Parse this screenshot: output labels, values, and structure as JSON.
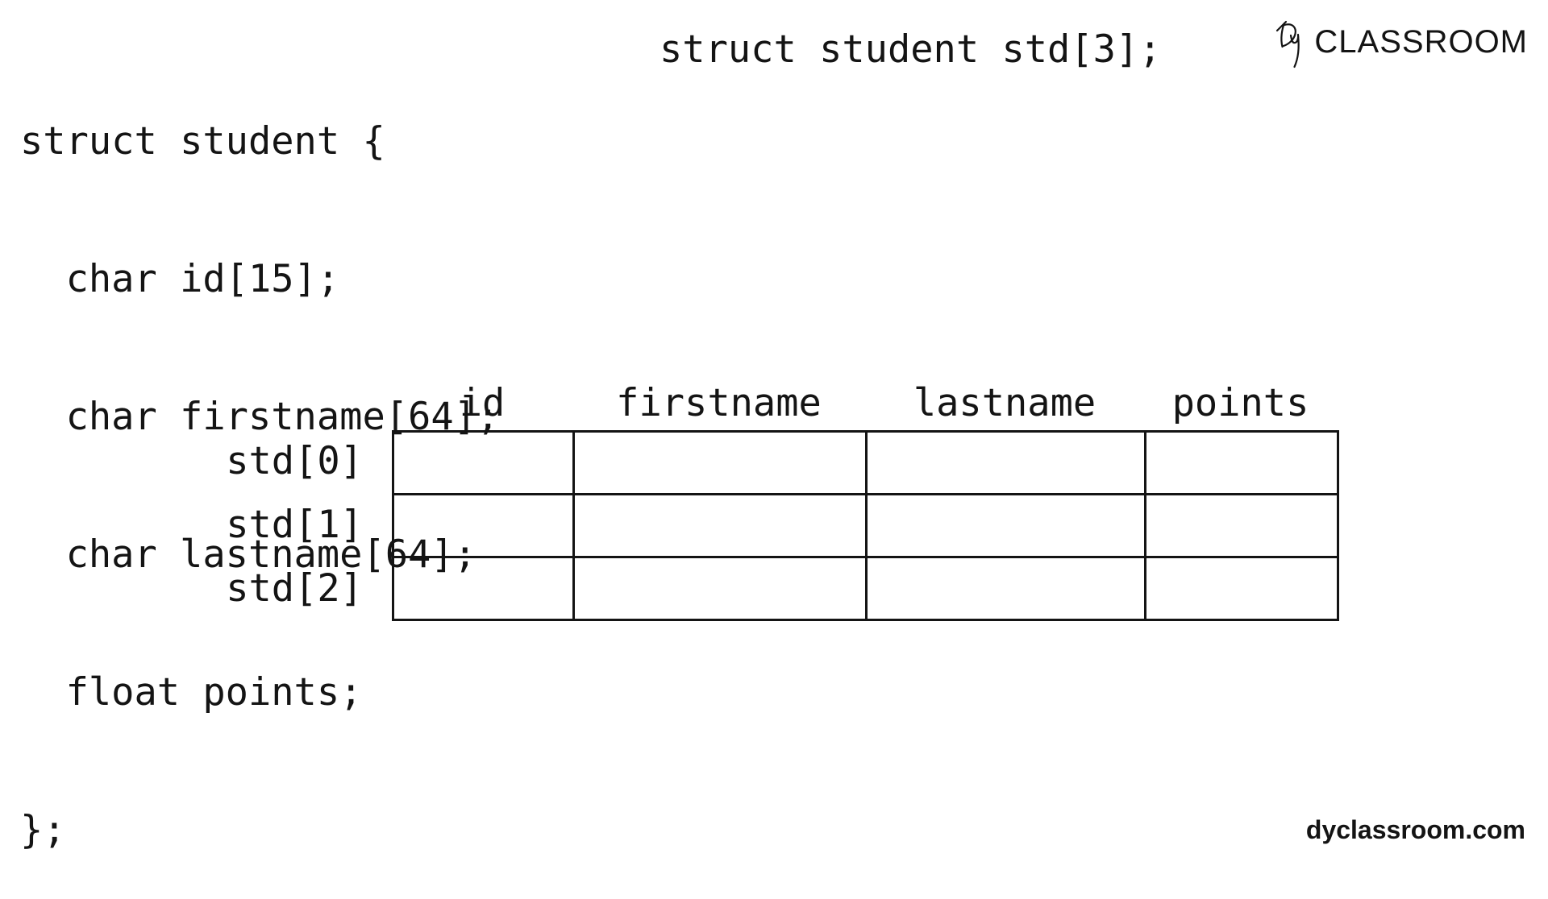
{
  "page": {
    "background": "#ffffff",
    "text_color": "#141414",
    "border_color": "#141414"
  },
  "code_block": {
    "lines": [
      "struct student {",
      "  char id[15];",
      "  char firstname[64];",
      "  char lastname[64];",
      "  float points;",
      "};"
    ]
  },
  "declaration": {
    "text": "struct student std[3];"
  },
  "logo": {
    "mark_icon": "dy-script-monogram",
    "text": "CLASSROOM"
  },
  "diagram": {
    "column_headers": [
      "id",
      "firstname",
      "lastname",
      "points"
    ],
    "row_labels": [
      "std[0]",
      "std[1]",
      "std[2]"
    ],
    "cells": [
      [
        "",
        "",
        "",
        ""
      ],
      [
        "",
        "",
        "",
        ""
      ],
      [
        "",
        "",
        "",
        ""
      ]
    ]
  },
  "footer": {
    "website": "dyclassroom.com"
  }
}
